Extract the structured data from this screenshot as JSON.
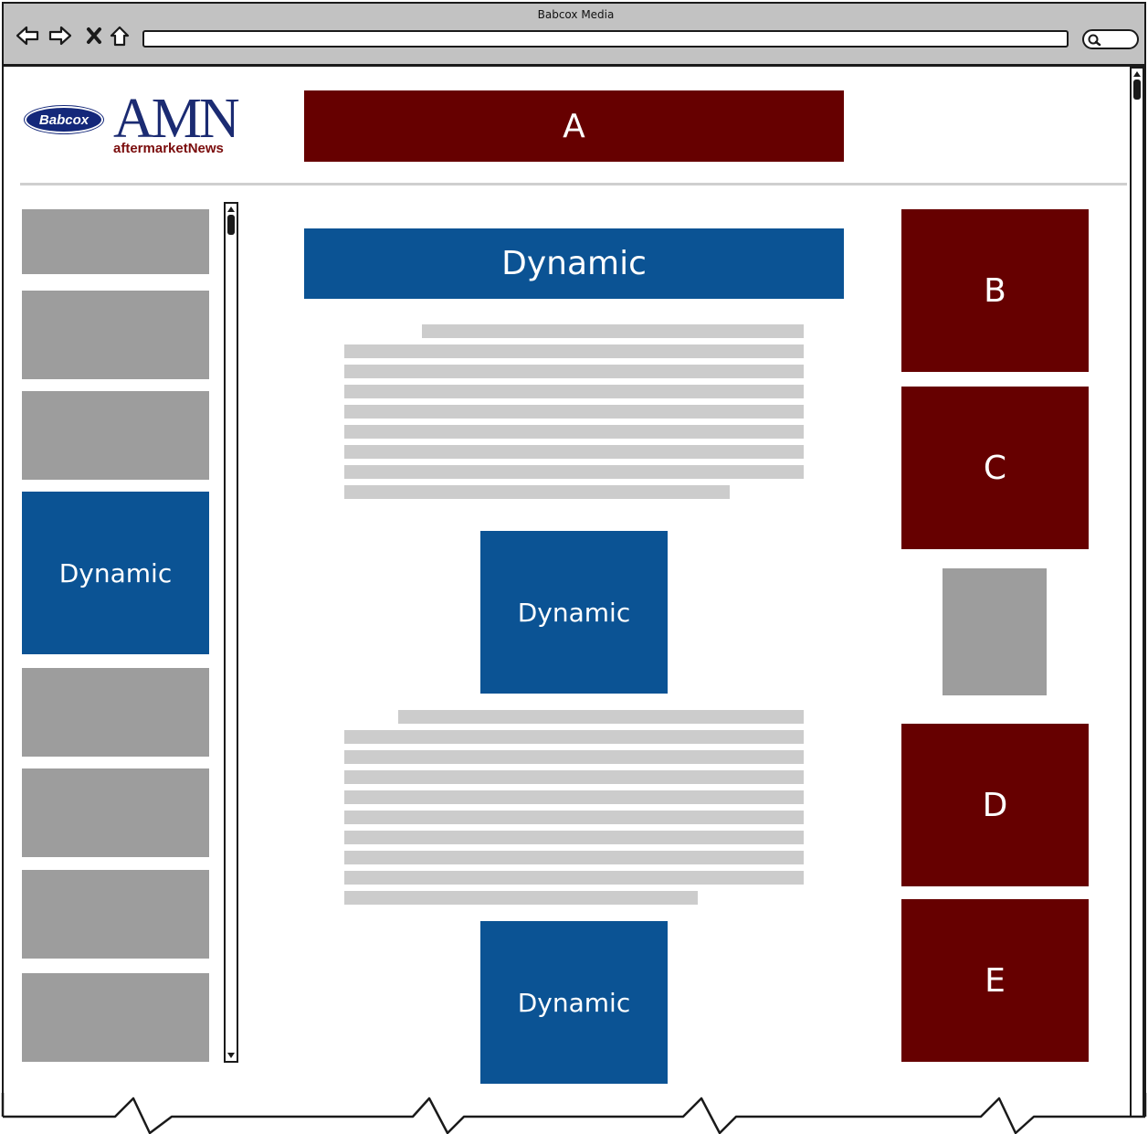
{
  "window": {
    "title": "Babcox Media"
  },
  "logos": {
    "babcox": "Babcox",
    "amn": "AMN",
    "amn_sub": "aftermarketNews"
  },
  "header_ad": {
    "label": "A"
  },
  "center": {
    "banner_label": "Dynamic",
    "block1_label": "Dynamic",
    "block2_label": "Dynamic"
  },
  "left_sidebar": {
    "dynamic_label": "Dynamic"
  },
  "right_sidebar": {
    "ad_b": "B",
    "ad_c": "C",
    "ad_d": "D",
    "ad_e": "E"
  },
  "colors": {
    "ad": "#660000",
    "dynamic": "#0b5394",
    "placeholder": "#9d9d9d",
    "text_line": "#cccccc"
  }
}
